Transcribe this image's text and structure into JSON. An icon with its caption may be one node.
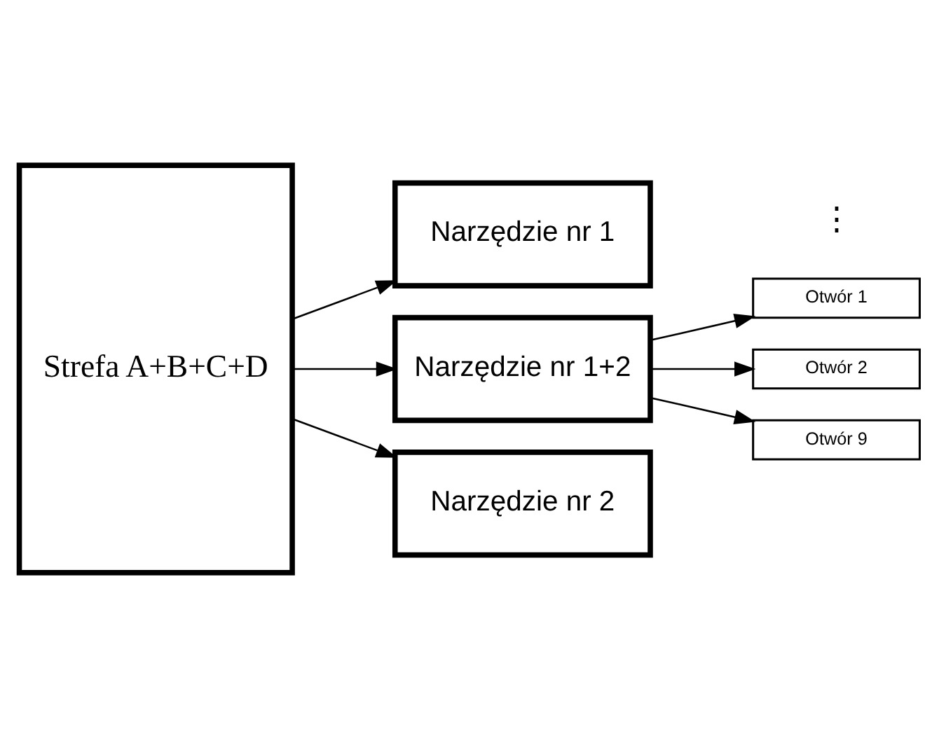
{
  "diagram": {
    "nodes": [
      {
        "text": [
          "Strefa A+B+C+D"
        ]
      },
      {
        "text": [
          "Narzędzie nr 1"
        ]
      },
      {
        "text": [
          "Narzędzie nr 1+2"
        ]
      },
      {
        "text": [
          "Narzędzie nr 2"
        ]
      },
      {
        "text": [
          "Otwór 1"
        ]
      },
      {
        "text": [
          "Otwór 2"
        ]
      },
      {
        "text": [
          "Otwór 9"
        ]
      }
    ],
    "edges": [
      {
        "from": 0,
        "to": 1,
        "arrow": "to"
      },
      {
        "from": 0,
        "to": 2,
        "arrow": "to"
      },
      {
        "from": 0,
        "to": 3,
        "arrow": "to"
      },
      {
        "from": 2,
        "to": 4,
        "arrow": "to"
      },
      {
        "from": 2,
        "to": 5,
        "arrow": "to"
      },
      {
        "from": 2,
        "to": 6,
        "arrow": "to"
      }
    ],
    "labels": [
      "⋮"
    ]
  }
}
